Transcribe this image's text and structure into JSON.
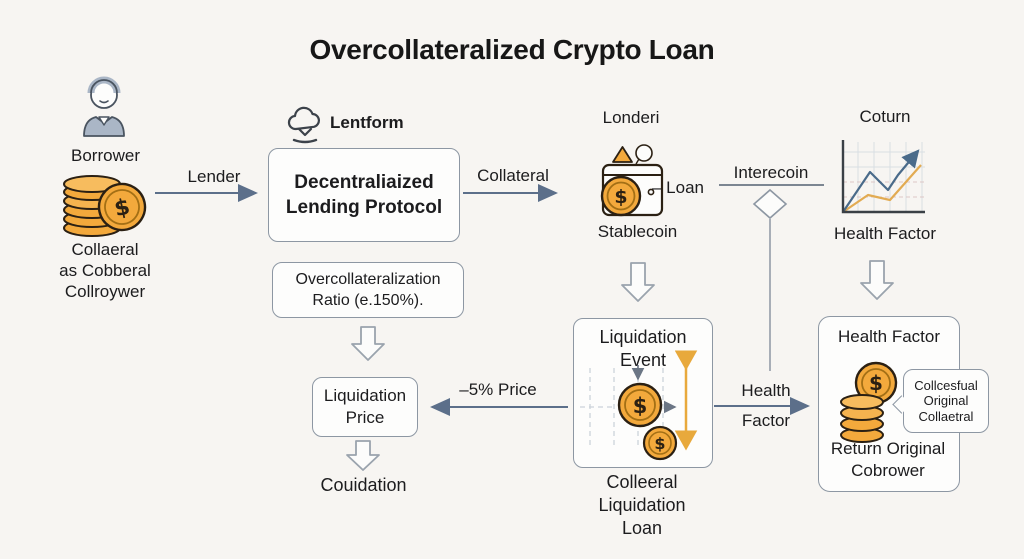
{
  "title": "Overcollateralized Crypto Loan",
  "left": {
    "borrower_label": "Borrower",
    "collateral_label": "Collaeral\nas Cobberal\nCollroywer"
  },
  "flows": {
    "lender": "Lender",
    "collateral": "Collateral",
    "interest": "Interecoin",
    "price_drop": "–5% Price",
    "health_factor_top": "Health",
    "health_factor_bottom": "Factor"
  },
  "protocol": {
    "platform_label": "Lentform",
    "box_text": "Decentraliaized\nLending Protocol",
    "ratio_text": "Overcollateralization\nRatio (e.150%)."
  },
  "loan": {
    "title": "Londeri",
    "loan_label": "– Loan",
    "stablecoin_label": "Stablecoin"
  },
  "chart": {
    "title": "Coturn",
    "caption": "Health Factor"
  },
  "liquidation": {
    "price_box": "Liquidation\nPrice",
    "price_caption": "Couidation",
    "event_box_title": "Liquidation\nEvent",
    "event_caption": "Colleeral\nLiquidation\nLoan"
  },
  "health": {
    "box_title": "Health Factor",
    "bubble_text": "Collcesfual\nOriginal\nCollaetral",
    "caption": "Return Original\nCobrower"
  },
  "colors": {
    "background": "#f7f5f2",
    "coin_fill": "#f3a93c",
    "coin_outline": "#2b2013",
    "arrow": "#5c6f8a",
    "box_border": "#8d97a3",
    "chart_blue": "#4a6b8a",
    "chart_orange": "#e2ab52",
    "person_fill": "#aab6c6"
  }
}
